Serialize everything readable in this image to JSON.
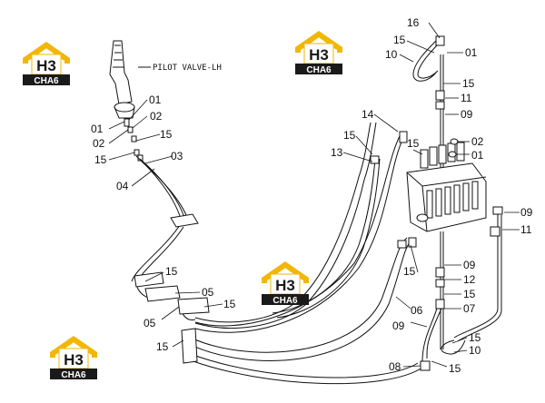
{
  "diagram": {
    "title_label": "PILOT VALVE-LH",
    "part_labels": [
      {
        "id": "16a",
        "text": "16"
      },
      {
        "id": "15a",
        "text": "15"
      },
      {
        "id": "01a",
        "text": "01"
      },
      {
        "id": "10a",
        "text": "10"
      },
      {
        "id": "15b",
        "text": "15"
      },
      {
        "id": "11a",
        "text": "11"
      },
      {
        "id": "09a",
        "text": "09"
      },
      {
        "id": "14a",
        "text": "14"
      },
      {
        "id": "15c",
        "text": "15"
      },
      {
        "id": "15d",
        "text": "15"
      },
      {
        "id": "13a",
        "text": "13"
      },
      {
        "id": "02a",
        "text": "02"
      },
      {
        "id": "01b",
        "text": "01"
      },
      {
        "id": "01c",
        "text": "01"
      },
      {
        "id": "01d",
        "text": "01"
      },
      {
        "id": "02b",
        "text": "02"
      },
      {
        "id": "02c",
        "text": "02"
      },
      {
        "id": "15e",
        "text": "15"
      },
      {
        "id": "15f",
        "text": "15"
      },
      {
        "id": "03a",
        "text": "03"
      },
      {
        "id": "04a",
        "text": "04"
      },
      {
        "id": "09b",
        "text": "09"
      },
      {
        "id": "11b",
        "text": "11"
      },
      {
        "id": "15g",
        "text": "15"
      },
      {
        "id": "09c",
        "text": "09"
      },
      {
        "id": "12a",
        "text": "12"
      },
      {
        "id": "15h",
        "text": "15"
      },
      {
        "id": "15i",
        "text": "15"
      },
      {
        "id": "05a",
        "text": "05"
      },
      {
        "id": "15j",
        "text": "15"
      },
      {
        "id": "06a",
        "text": "06"
      },
      {
        "id": "07a",
        "text": "07"
      },
      {
        "id": "05b",
        "text": "05"
      },
      {
        "id": "09d",
        "text": "09"
      },
      {
        "id": "15k",
        "text": "15"
      },
      {
        "id": "15l",
        "text": "15"
      },
      {
        "id": "10b",
        "text": "10"
      },
      {
        "id": "08a",
        "text": "08"
      },
      {
        "id": "15m",
        "text": "15"
      }
    ],
    "watermark": {
      "top_text": "H3",
      "bottom_text": "CHA6"
    },
    "colors": {
      "ink": "#111111",
      "logo_yellow": "#f2b705",
      "logo_dark": "#1a1a1a"
    }
  }
}
